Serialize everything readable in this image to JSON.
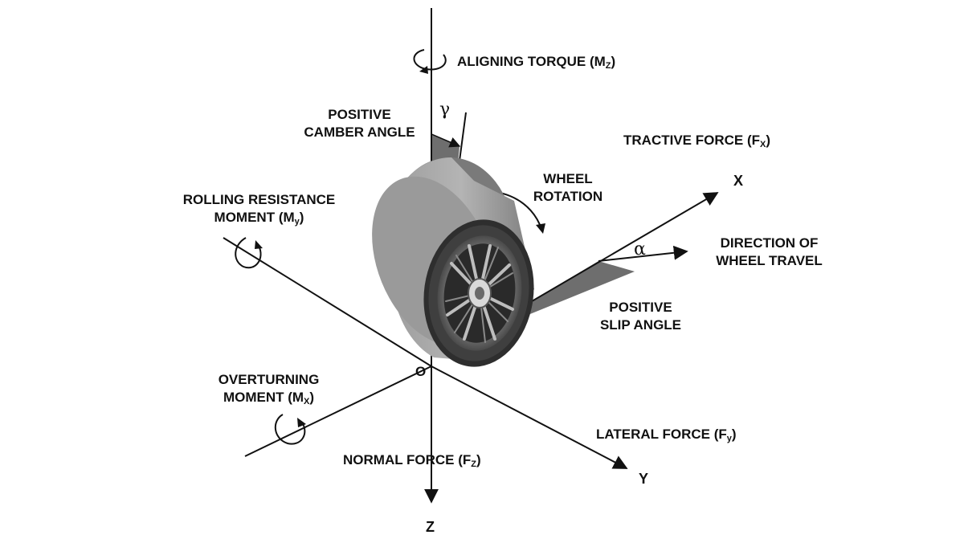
{
  "labels": {
    "aligning_torque": {
      "text": "ALIGNING TORQUE (M",
      "sub": "Z",
      "close": ")"
    },
    "camber_line1": "POSITIVE",
    "camber_line2": "CAMBER ANGLE",
    "camber_symbol": "γ",
    "tractive_force": {
      "text": "TRACTIVE FORCE (F",
      "sub": "X",
      "close": ")"
    },
    "wheel_rotation_line1": "WHEEL",
    "wheel_rotation_line2": "ROTATION",
    "axis_x": "X",
    "rolling_resistance_line1": "ROLLING RESISTANCE",
    "rolling_resistance_line2": {
      "text": "MOMENT (M",
      "sub": "y",
      "close": ")"
    },
    "direction_line1": "DIRECTION OF",
    "direction_line2": "WHEEL TRAVEL",
    "slip_symbol": "α",
    "slip_line1": "POSITIVE",
    "slip_line2": "SLIP ANGLE",
    "origin": "O",
    "overturning_line1": "OVERTURNING",
    "overturning_line2": {
      "text": "MOMENT (M",
      "sub": "X",
      "close": ")"
    },
    "lateral_force": {
      "text": "LATERAL FORCE (F",
      "sub": "y",
      "close": ")"
    },
    "normal_force": {
      "text": "NORMAL FORCE (F",
      "sub": "Z",
      "close": ")"
    },
    "axis_y": "Y",
    "axis_z": "Z"
  },
  "colors": {
    "line": "#111111",
    "angle_fill": "#6b6b6b",
    "tire": "#8a8a8a",
    "tire_dark": "#3a3a3a",
    "rim": "#9a9a9a"
  }
}
